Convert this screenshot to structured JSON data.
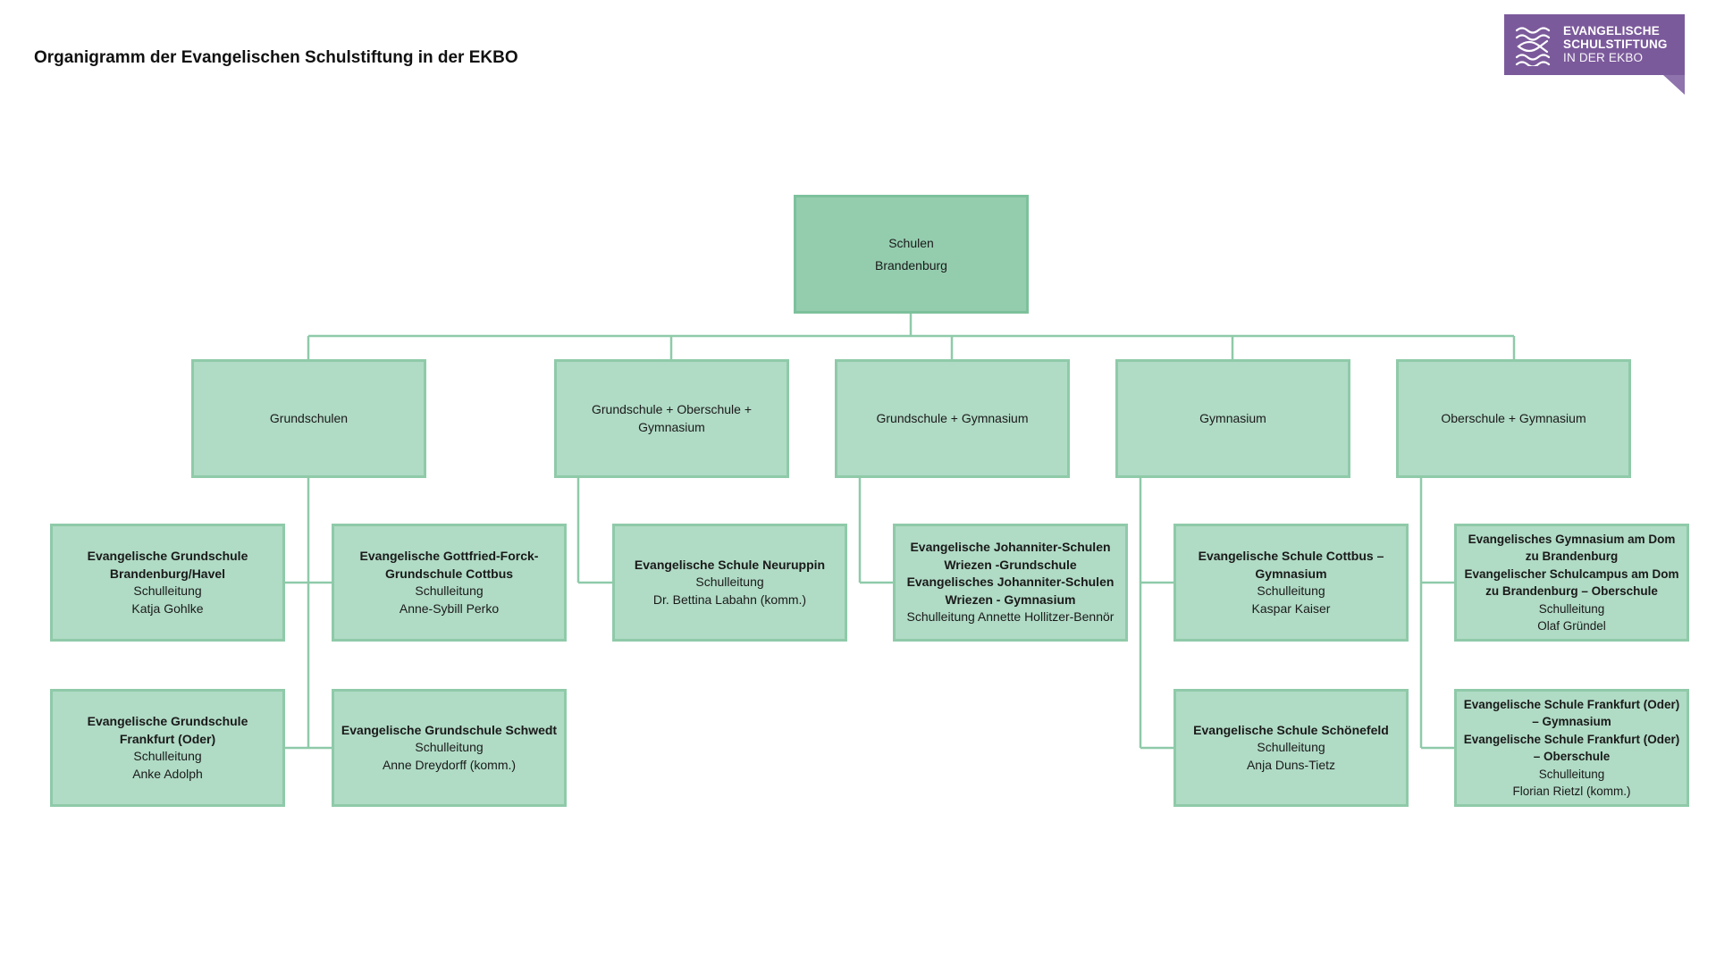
{
  "header": {
    "title": "Organigramm der Evangelischen Schulstiftung in der EKBO"
  },
  "logo": {
    "line1": "EVANGELISCHE",
    "line2": "SCHULSTIFTUNG",
    "line3": "IN DER EKBO",
    "color": "#7b5a9b"
  },
  "colors": {
    "root_fill": "#94cdae",
    "box_fill": "#b0dbc5",
    "border": "#8fcaa9",
    "connector": "#8fcaa9"
  },
  "root": {
    "line1": "Schulen",
    "line2": "Brandenburg"
  },
  "categories": [
    {
      "label": "Grundschulen"
    },
    {
      "label": "Grundschule + Oberschule + Gymnasium"
    },
    {
      "label": "Grundschule + Gymnasium"
    },
    {
      "label": "Gymnasium"
    },
    {
      "label": "Oberschule + Gymnasium"
    }
  ],
  "schools": {
    "gs_brandenburg": {
      "name": "Evangelische Grundschule Brandenburg/Havel",
      "role": "Schulleitung",
      "head": "Katja Gohlke"
    },
    "gs_cottbus": {
      "name": "Evangelische Gottfried-Forck-Grundschule Cottbus",
      "role": "Schulleitung",
      "head": "Anne-Sybill Perko"
    },
    "gs_frankfurt": {
      "name": "Evangelische Grundschule Frankfurt (Oder)",
      "role": "Schulleitung",
      "head": "Anke Adolph"
    },
    "gs_schwedt": {
      "name": "Evangelische Grundschule Schwedt",
      "role": "Schulleitung",
      "head": "Anne Dreydorff (komm.)"
    },
    "neuruppin": {
      "name": "Evangelische Schule Neuruppin",
      "role": "Schulleitung",
      "head": "Dr. Bettina Labahn (komm.)"
    },
    "wriezen": {
      "name1": "Evangelische Johanniter-Schulen Wriezen -Grundschule",
      "name2": "Evangelisches Johanniter-Schulen Wriezen - Gymnasium",
      "head": "Schulleitung Annette Hollitzer-Bennör"
    },
    "cottbus_gym": {
      "name": "Evangelische Schule Cottbus – Gymnasium",
      "role": "Schulleitung",
      "head": "Kaspar Kaiser"
    },
    "schoenefeld": {
      "name": "Evangelische Schule Schönefeld",
      "role": "Schulleitung",
      "head": "Anja Duns-Tietz"
    },
    "dom_brandenburg": {
      "name1": "Evangelisches Gymnasium am Dom zu Brandenburg",
      "name2": "Evangelischer Schulcampus am Dom zu Brandenburg – Oberschule",
      "role": "Schulleitung",
      "head": "Olaf Gründel"
    },
    "frankfurt_oder": {
      "name1": "Evangelische Schule Frankfurt (Oder) – Gymnasium",
      "name2": "Evangelische Schule Frankfurt (Oder) – Oberschule",
      "role": "Schulleitung",
      "head": "Florian Rietzl (komm.)"
    }
  }
}
